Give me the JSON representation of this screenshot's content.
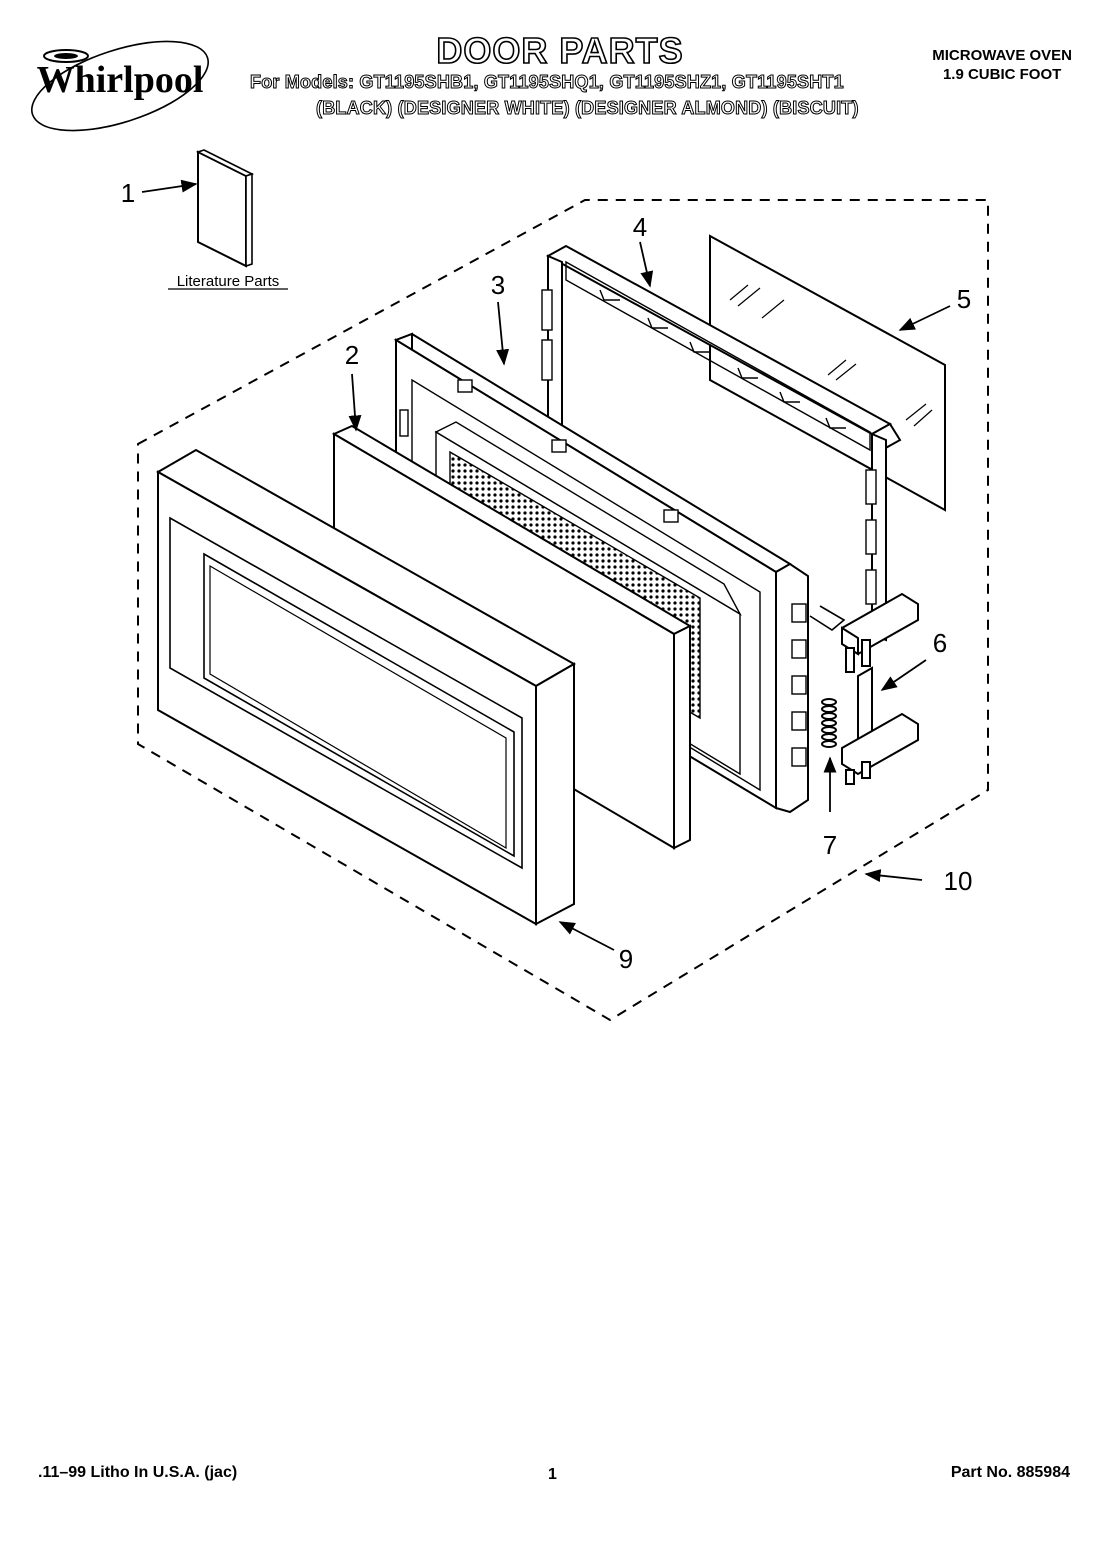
{
  "header": {
    "brand": "Whirlpool",
    "title": "DOOR PARTS",
    "models_line": "For Models: GT1195SHB1, GT1195SHQ1, GT1195SHZ1, GT1195SHT1",
    "colors_line": "(BLACK) (DESIGNER WHITE) (DESIGNER ALMOND) (BISCUIT)",
    "product_line1": "MICROWAVE OVEN",
    "product_line2": "1.9 CUBIC FOOT"
  },
  "diagram": {
    "literature_label": "Literature Parts",
    "callouts": [
      "1",
      "2",
      "3",
      "4",
      "5",
      "6",
      "7",
      "9",
      "10"
    ]
  },
  "footer": {
    "left": ".11–99 Litho In U.S.A. (jac)",
    "page_number": "1",
    "part_number": "Part No. 885984"
  }
}
